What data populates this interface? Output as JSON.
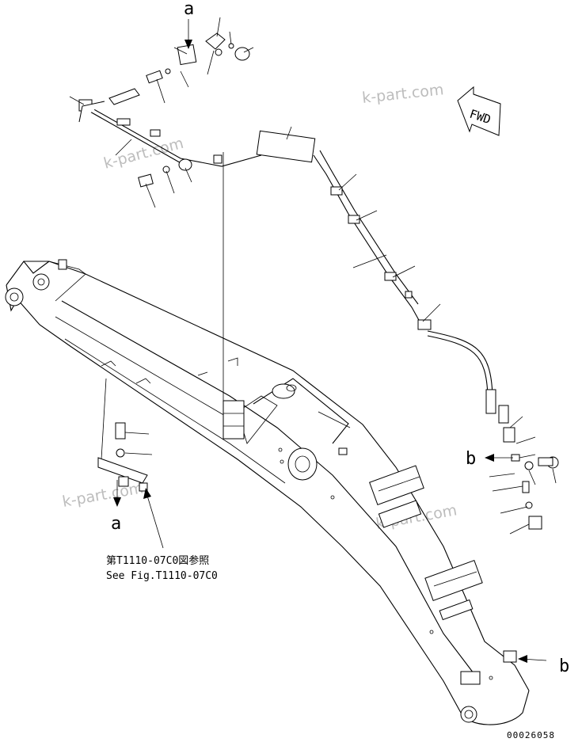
{
  "labels": {
    "callout_a_top": "a",
    "callout_a_bottom": "a",
    "callout_b_right": "b",
    "callout_b_bottom": "b"
  },
  "arrow": {
    "fwd": "FWD"
  },
  "reference": {
    "jp": "第T1110-07C0図参照",
    "en": "See Fig.T1110-07C0"
  },
  "watermark": "k-part.com",
  "drawing_number": "00026058"
}
